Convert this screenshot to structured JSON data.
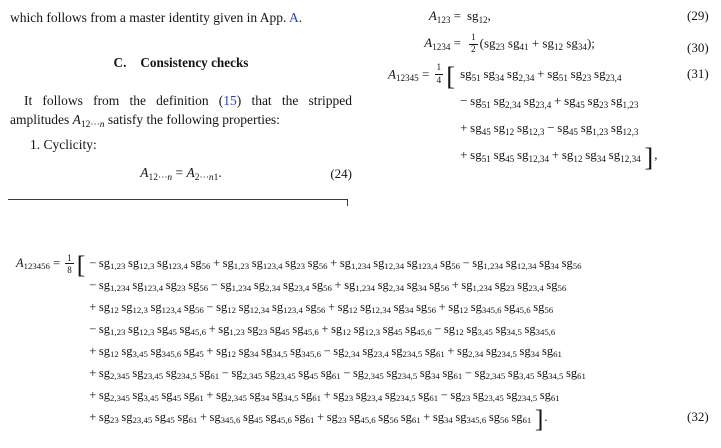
{
  "page": {
    "background": "#ffffff",
    "text_color": "#141414",
    "link_color": "#2441cc"
  },
  "left_column": {
    "top_paragraph": {
      "pre": "which follows from a master identity given in App. ",
      "link": "A",
      "post": "."
    },
    "section_heading": {
      "number": "C.",
      "title": "Consistency checks"
    },
    "paragraph": {
      "line1_pre": "It follows from the definition (",
      "line1_link": "15",
      "line1_post": ") that the stripped",
      "line2": "amplitudes [it]A[/it]_{12⋯[it]n[/it]} satisfy the following properties:"
    },
    "list_item": "1. Cyclicity:",
    "equation_24": {
      "body": "[it]A[/it]_{12⋯[it]n[/it]} = [it]A[/it]_{2⋯[it]n[/it]1}.",
      "number": "(24)"
    }
  },
  "right_column": {
    "equation_29": {
      "lhs": "[it]A[/it]_{123} =",
      "rhs": "sg_{12},",
      "number": "(29)"
    },
    "equation_30": {
      "lhs": "[it]A[/it]_{1234} =",
      "rhs": "[frac:1/2](sg_{23} sg_{41} + sg_{12} sg_{34});",
      "number": "(30)"
    },
    "equation_31": {
      "lhs": "[it]A[/it]_{12345} = [frac:1/4][lb]",
      "lines": [
        "sg_{51} sg_{34} sg_{2,34} + sg_{51} sg_{23} sg_{23,4}",
        "− sg_{51} sg_{2,34} sg_{23,4} + sg_{45} sg_{23} sg_{1,23}",
        "+ sg_{45} sg_{12} sg_{12,3} − sg_{45} sg_{1,23} sg_{12,3}",
        "+ sg_{51} sg_{45} sg_{12,34} + sg_{12} sg_{34} sg_{12,34} [rb],"
      ],
      "number": "(31)"
    }
  },
  "bottom_equation": {
    "lhs": "[it]A[/it]_{123456} = [frac:1/8][lb]",
    "lines": [
      "− sg_{1,23} sg_{12,3} sg_{123,4} sg_{56} + sg_{1,23} sg_{123,4} sg_{23} sg_{56} + sg_{1,234} sg_{12,34} sg_{123,4} sg_{56} − sg_{1,234} sg_{12,34} sg_{34} sg_{56}",
      "− sg_{1,234} sg_{123,4} sg_{23} sg_{56} − sg_{1,234} sg_{2,34} sg_{23,4} sg_{56} + sg_{1,234} sg_{2,34} sg_{34} sg_{56} + sg_{1,234} sg_{23} sg_{23,4} sg_{56}",
      "+ sg_{12} sg_{12,3} sg_{123,4} sg_{56} − sg_{12} sg_{12,34} sg_{123,4} sg_{56} + sg_{12} sg_{12,34} sg_{34} sg_{56} + sg_{12} sg_{345,6} sg_{45,6} sg_{56}",
      "− sg_{1,23} sg_{12,3} sg_{45} sg_{45,6} + sg_{1,23} sg_{23} sg_{45} sg_{45,6} + sg_{12} sg_{12,3} sg_{45} sg_{45,6} − sg_{12} sg_{3,45} sg_{34,5} sg_{345,6}",
      "+ sg_{12} sg_{3,45} sg_{345,6} sg_{45} + sg_{12} sg_{34} sg_{34,5} sg_{345,6} − sg_{2,34} sg_{23,4} sg_{234,5} sg_{61} + sg_{2,34} sg_{234,5} sg_{34} sg_{61}",
      "+ sg_{2,345} sg_{23,45} sg_{234,5} sg_{61} − sg_{2,345} sg_{23,45} sg_{45} sg_{61} − sg_{2,345} sg_{234,5} sg_{34} sg_{61} − sg_{2,345} sg_{3,45} sg_{34,5} sg_{61}",
      "+ sg_{2,345} sg_{3,45} sg_{45} sg_{61} + sg_{2,345} sg_{34} sg_{34,5} sg_{61} + sg_{23} sg_{23,4} sg_{234,5} sg_{61} − sg_{23} sg_{23,45} sg_{234,5} sg_{61}",
      "+ sg_{23} sg_{23,45} sg_{45} sg_{61} + sg_{345,6} sg_{45} sg_{45,6} sg_{61} + sg_{23} sg_{45,6} sg_{56} sg_{61} + sg_{34} sg_{345,6} sg_{56} sg_{61} [rb]."
    ],
    "number": "(32)"
  }
}
